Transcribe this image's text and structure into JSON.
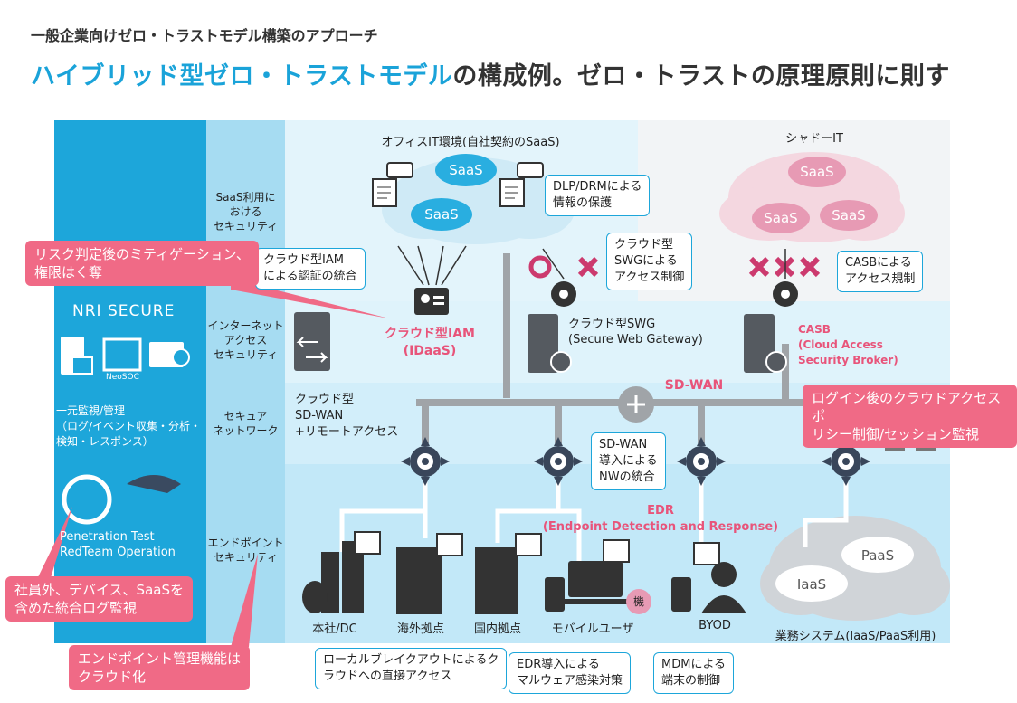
{
  "header": {
    "subtitle": "一般企業向けゼロ・トラストモデル構築のアプローチ",
    "title_highlight": "ハイブリッド型ゼロ・トラストモデル",
    "title_rest": "の構成例。ゼロ・トラストの原理原則に則す"
  },
  "left_panel": {
    "logo": "NRI SECURE",
    "neosoc": "NeoSOC",
    "monitoring": "一元監視/管理\n（ログ/イベント収集・分析・\n検知・レスポンス）",
    "pentest": "Penetration Test\nRedTeam Operation"
  },
  "rows": {
    "saas": "SaaS利用に\nおける\nセキュリティ",
    "internet": "インターネット\nアクセス\nセキュリティ",
    "network": "セキュア\nネットワーク",
    "endpoint": "エンドポイント\nセキュリティ"
  },
  "diagram": {
    "office_it": "オフィスIT環境(自社契約のSaaS)",
    "saas": "SaaS",
    "shadow_it": "シャドーIT",
    "paas": "PaaS",
    "iaas": "IaaS",
    "cloud_iam": "クラウド型IAM\n(IDaaS)",
    "cloud_swg": "クラウド型SWG\n(Secure Web Gateway)",
    "casb": "CASB\n(Cloud Access\nSecurity Broker)",
    "sdwan": "SD-WAN",
    "cloud_sdwan": "クラウド型\nSD-WAN\n+リモートアクセス",
    "edr": "EDR\n(Endpoint Detection and Response)",
    "hq": "本社/DC",
    "overseas": "海外拠点",
    "domestic": "国内拠点",
    "mobile": "モバイルユーザ",
    "byod": "BYOD",
    "biz_system": "業務システム(IaaS/PaaS利用)",
    "seal": "機"
  },
  "callouts": {
    "dlp": "DLP/DRMによる\n情報の保護",
    "iam_auth": "クラウド型IAM\nによる認証の統合",
    "swg_ctrl": "クラウド型\nSWGによる\nアクセス制御",
    "casb_ctrl": "CASBによる\nアクセス規制",
    "sdwan_nw": "SD-WAN\n導入による\nNWの統合",
    "local_breakout": "ローカルブレイクアウトによるク\nラウドへの直接アクセス",
    "edr_malware": "EDR導入による\nマルウェア感染対策",
    "mdm": "MDMによる\n端末の制御"
  },
  "pink_callouts": {
    "risk": "リスク判定後のミティゲーション、\n権限はく奪",
    "login": "ログイン後のクラウドアクセスポ\nリシー制御/セッション監視",
    "log": "社員外、デバイス、SaaSを\n含めた統合ログ監視",
    "endpoint_mgmt": "エンドポイント管理機能は\nクラウド化"
  },
  "colors": {
    "accent": "#1da6da",
    "pink": "#f06a86",
    "pinktext": "#e8547a",
    "dark": "#333333",
    "band_light": "#dff3fb"
  }
}
